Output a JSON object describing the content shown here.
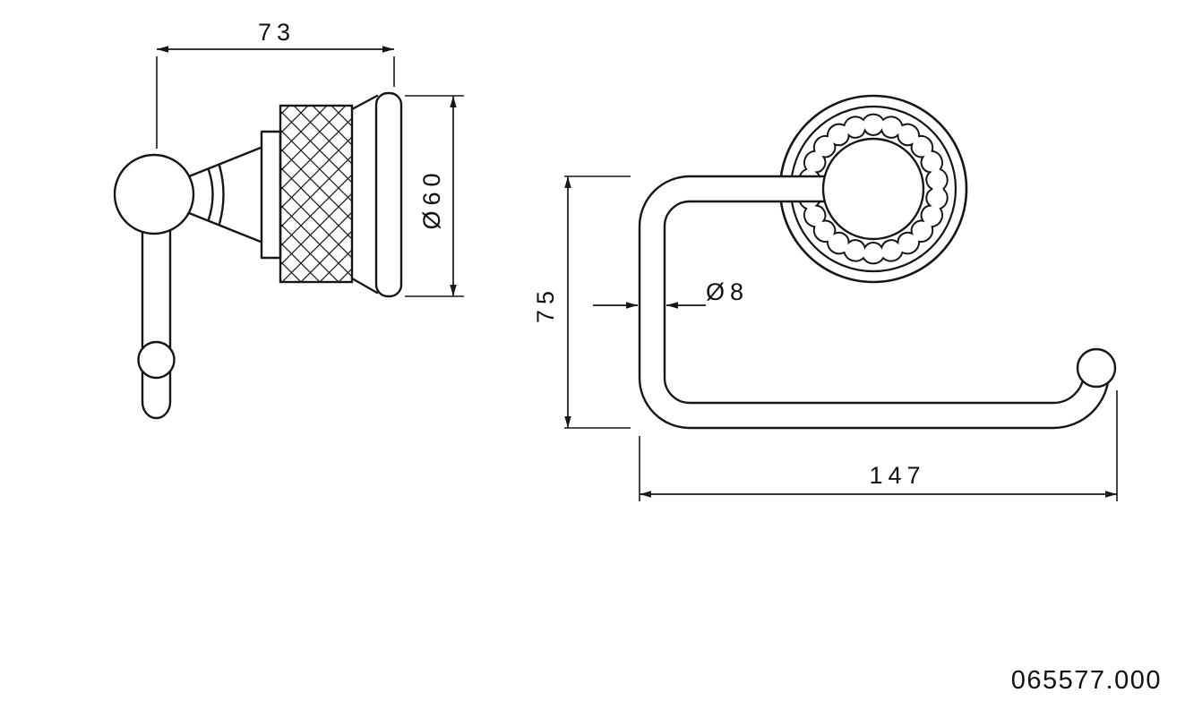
{
  "drawing": {
    "part_number": "065577.000",
    "side_view": {
      "dim_width": "73",
      "dim_plate_diameter": "Ø60"
    },
    "front_view": {
      "dim_height": "75",
      "dim_rod_diameter": "Ø8",
      "dim_length": "147"
    }
  }
}
